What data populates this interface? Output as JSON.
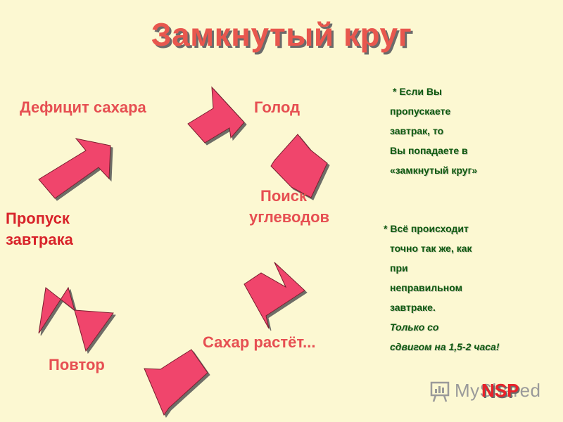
{
  "title": "Замкнутый круг",
  "labels": {
    "sugar_deficit": "Дефицит сахара",
    "hunger": "Голод",
    "carb_search_1": "Поиск",
    "carb_search_2": "углеводов",
    "skip_1": "Пропуск",
    "skip_2": "завтрака",
    "sugar_rises": "Сахар растёт...",
    "repeat": "Повтор"
  },
  "note1": [
    "* Если Вы",
    "пропускаете",
    "завтрак, то",
    "Вы  попадаете в",
    "«замкнутый круг»"
  ],
  "note2": [
    "* Всё происходит",
    "точно так же, как",
    "при",
    "неправильном",
    "завтраке."
  ],
  "note2_italic": [
    "Только со",
    "сдвигом на 1,5-2 часа!"
  ],
  "watermark": "MyShared",
  "badge": "NSP",
  "colors": {
    "arrow": "#F0446C",
    "title": "#E8574E",
    "note": "#0F5A0F",
    "background": "#FCF8D2"
  }
}
